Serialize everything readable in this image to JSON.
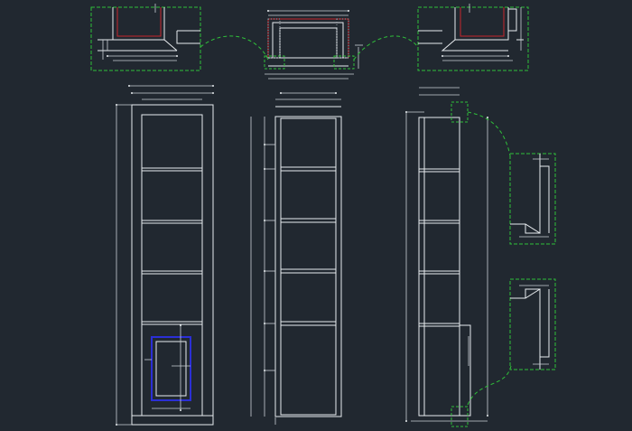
{
  "app": {
    "type": "CAD drawing viewport"
  },
  "colors": {
    "background": "#212830",
    "line": "#e8ecef",
    "dim": "#c9d0d6",
    "detail_frame": "#2fbf3a",
    "section_red": "#c8262b",
    "panel_blue": "#2b2fd6"
  },
  "views": [
    {
      "id": "top-detail-left",
      "kind": "detail"
    },
    {
      "id": "top-plan-section",
      "kind": "plan"
    },
    {
      "id": "top-detail-right",
      "kind": "detail"
    },
    {
      "id": "front-elevation",
      "kind": "elevation",
      "shelf_count": 5,
      "has_door_panel": true
    },
    {
      "id": "section-view",
      "kind": "section",
      "shelf_count": 5
    },
    {
      "id": "side-elevation",
      "kind": "elevation",
      "shelf_count": 5
    },
    {
      "id": "side-detail-top",
      "kind": "detail"
    },
    {
      "id": "side-detail-bottom",
      "kind": "detail"
    }
  ]
}
